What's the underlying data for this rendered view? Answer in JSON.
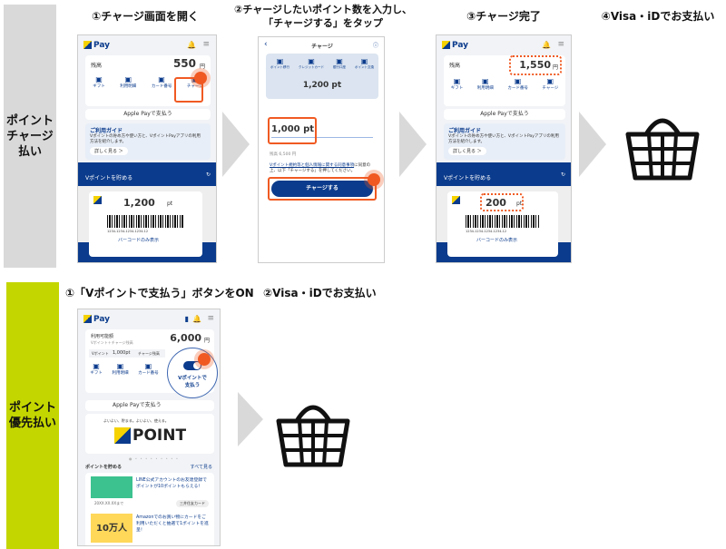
{
  "sections": {
    "charge": {
      "label": "ポイント\nチャージ\n払い",
      "color": "#d9d9d9"
    },
    "priority": {
      "label": "ポイント\n優先払い",
      "color": "#c4d600"
    }
  },
  "charge_steps": [
    "①チャージ画面を開く",
    "②チャージしたいポイント数を入力し、\n「チャージする」をタップ",
    "③チャージ完了",
    "④Visa・iDでお支払い"
  ],
  "priority_steps": [
    "①「Vポイントで支払う」ボタンをON",
    "②Visa・iDでお支払い"
  ],
  "highlight_color": "#f05a22",
  "brand_color": "#0b3b8c",
  "phone1": {
    "app": "Pay",
    "balance_label": "残高",
    "balance": "550",
    "unit": "円",
    "menu": [
      "ギフト",
      "利用明細",
      "カード番号",
      "チャージ"
    ],
    "apple_pay": "Apple Payで支払う",
    "guide_title": "ご利用ガイド",
    "guide_text": "Vポイントの貯め方や使い方と、VポイントPayアプリの利用方法を紹介します。",
    "guide_button": "詳しく見る ＞",
    "save_title": "Vポイントを貯める",
    "points": "1,200",
    "pt": "pt",
    "barcode_num": "1234-1234-1234-1234-12",
    "barcode_only": "バーコードのみ表示"
  },
  "phone2": {
    "title": "チャージ",
    "methods": [
      "ポイント移行",
      "クレジットカード",
      "銀行口座",
      "ポイント交換"
    ],
    "available": "1,200 pt",
    "input": "1,000 pt",
    "balance_note": "残高 6,500 円",
    "terms_link": "Vポイント規約等と個人情報に関する同意事項",
    "terms_text": "に同意の上、以下「チャージする」を押してください。",
    "charge_button": "チャージする"
  },
  "phone3": {
    "app": "Pay",
    "balance_label": "残高",
    "balance": "1,550",
    "unit": "円",
    "menu": [
      "ギフト",
      "利用明細",
      "カード番号",
      "チャージ"
    ],
    "apple_pay": "Apple Payで支払う",
    "guide_title": "ご利用ガイド",
    "guide_text": "Vポイントの貯め方や使い方と、VポイントPayアプリの利用方法を紹介します。",
    "guide_button": "詳しく見る ＞",
    "save_title": "Vポイントを貯める",
    "points": "200",
    "pt": "pt",
    "barcode_num": "1234-1234-1234-1234-12",
    "barcode_only": "バーコードのみ表示"
  },
  "phone4": {
    "app": "Pay",
    "available_label": "利用可能額",
    "available_sub": "Vポイント＋チャージ残高",
    "available": "6,000",
    "unit": "円",
    "vpoint_label": "Vポイント",
    "vpoint": "1,000pt",
    "charge_label": "チャージ残高",
    "menu": [
      "ギフト",
      "利用明細",
      "カード番号"
    ],
    "toggle_label": "Vポイントで\n支払う",
    "toggle_on": true,
    "apple_pay": "Apple Payで支払う",
    "banner_tagline": "よいよい、貯まる。よいよい、使える。",
    "banner_logo": "POINT",
    "save_title": "ポイントを貯める",
    "see_all": "すべて見る",
    "offers": [
      {
        "text": "LINE公式アカウントのお友達登録でポイントが10ポイントもらえる！",
        "date": "20XX.XX.XXまで",
        "tag": "三井住友カード"
      },
      {
        "text": "Amazonでのお買い物にカードをご利用いただくと抽選で1ポイントを進呈！",
        "img": "10万人"
      }
    ]
  }
}
